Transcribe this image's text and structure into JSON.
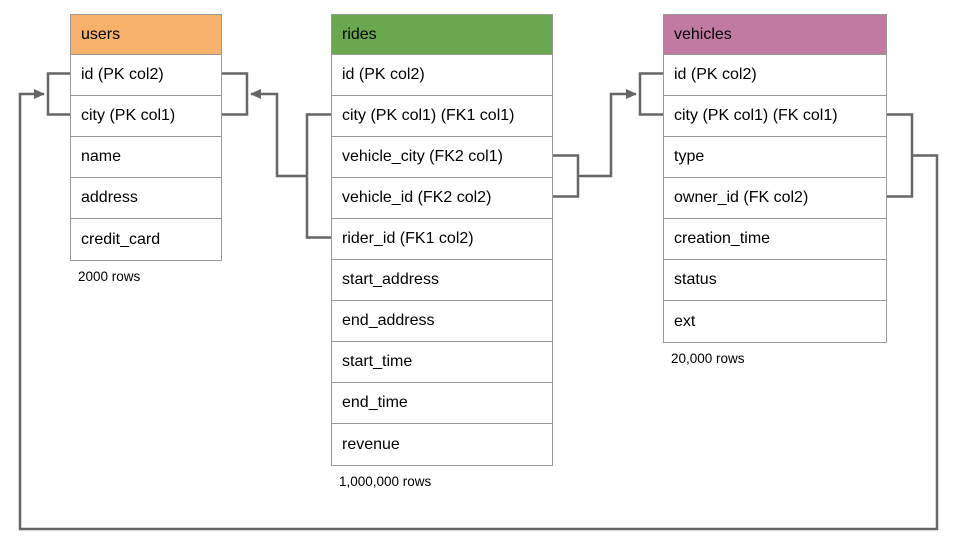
{
  "diagram": {
    "line_color": "#666666",
    "border_color": "#999999",
    "tables": [
      {
        "name": "users",
        "header_color": "#f6b26b",
        "columns": [
          "id (PK col2)",
          "city (PK col1)",
          "name",
          "address",
          "credit_card"
        ],
        "row_count_label": "2000 rows"
      },
      {
        "name": "rides",
        "header_color": "#6aa84f",
        "columns": [
          "id (PK col2)",
          "city (PK col1) (FK1 col1)",
          "vehicle_city (FK2 col1)",
          "vehicle_id (FK2 col2)",
          "rider_id (FK1 col2)",
          "start_address",
          "end_address",
          "start_time",
          "end_time",
          "revenue"
        ],
        "row_count_label": "1,000,000 rows"
      },
      {
        "name": "vehicles",
        "header_color": "#c27ba0",
        "columns": [
          "id (PK col2)",
          "city (PK col1) (FK col1)",
          "type",
          "owner_id (FK col2)",
          "creation_time",
          "status",
          "ext"
        ],
        "row_count_label": "20,000 rows"
      }
    ],
    "relationships": [
      {
        "from": "rides (city, rider_id)",
        "to": "users (city, id)"
      },
      {
        "from": "rides (vehicle_city, vehicle_id)",
        "to": "vehicles (city, id)"
      },
      {
        "from": "vehicles (city, owner_id)",
        "to": "users (city, id)"
      }
    ]
  }
}
